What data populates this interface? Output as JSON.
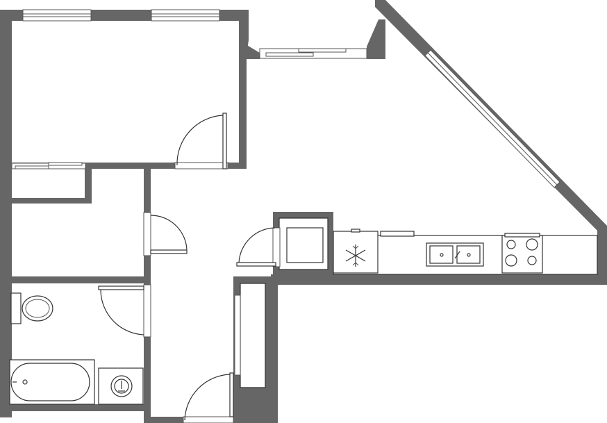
{
  "plan": {
    "wall_color": "#666666",
    "line_color": "#333333",
    "background": "#ffffff",
    "rooms": [
      "bedroom",
      "closet",
      "storage-room",
      "bathroom",
      "hallway",
      "living-kitchen",
      "balcony-nook"
    ],
    "fixtures": [
      "toilet-icon",
      "bathtub-icon",
      "bathroom-sink-icon",
      "refrigerator-icon",
      "freezer-snowflake-icon",
      "double-sink-icon",
      "stove-icon"
    ]
  }
}
